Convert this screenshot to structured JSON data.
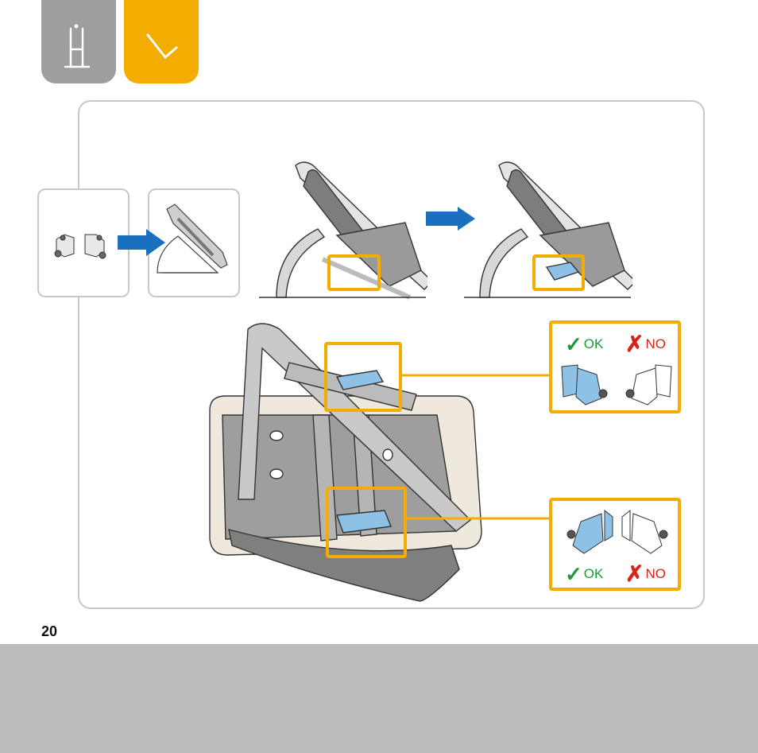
{
  "tabs": [
    {
      "name": "highchair-mode-icon",
      "color": "#9d9ea0"
    },
    {
      "name": "rocker-mode-icon",
      "color": "#f3ac00"
    }
  ],
  "accent_color": "#f3ac00",
  "arrow_color": "#1a6fbf",
  "clip_color": "#8ec1e6",
  "status_top": {
    "ok_label": "OK",
    "no_label": "NO"
  },
  "status_bottom": {
    "ok_label": "OK",
    "no_label": "NO"
  },
  "page_number": "20"
}
